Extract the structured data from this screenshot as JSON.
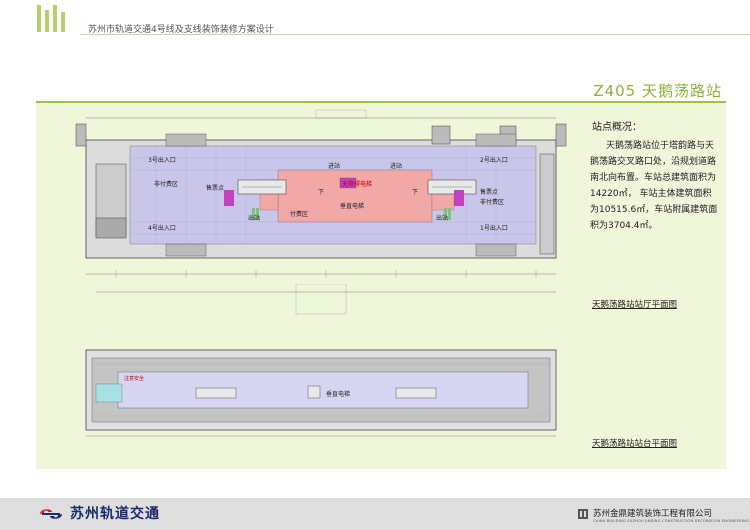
{
  "header": {
    "title": "苏州市轨道交通4号线及支线装饰装修方案设计"
  },
  "station": {
    "title": "Z405 天鹅荡路站"
  },
  "description": {
    "heading": "站点概况：",
    "body": "天鹅荡路站位于塔韵路与天鹅荡路交叉路口处，沿规划道路南北向布置。车站总建筑面积为14220㎡， 车站主体建筑面积为10515.6㎡，车站附属建筑面积为3704.4㎡。"
  },
  "plans": {
    "hall_caption": "天鹅荡路站站厅平面图",
    "platform_caption": "天鹅荡路站站台平面图",
    "hall_labels": {
      "exit3": "3号出入口",
      "exit2": "2号出入口",
      "exit4": "4号出入口",
      "exit1": "1号出入口",
      "unpaid_left": "非付费区",
      "unpaid_right": "非付费区",
      "paid": "付费区",
      "ticket_left": "售票点",
      "ticket_right": "售票点",
      "enter_left": "进站",
      "enter_right": "进站",
      "exit_left": "出站",
      "exit_right": "出站",
      "elevator": "垂直电梯",
      "accessible": "无障碍电梯",
      "down_left": "下",
      "down_right": "下"
    },
    "platform_labels": {
      "elevator": "垂直电梯",
      "warning": "注意安全"
    }
  },
  "footer": {
    "brand": "苏州轨道交通",
    "company": "苏州金鼎建筑装饰工程有限公司",
    "company_en": "CHINA BUILDING SUZHOU JINDING CONSTRUCTION DECORATION ENGINEERING"
  },
  "colors": {
    "accent": "#8db23a",
    "panel": "#f0f6d9",
    "unpaid_zone": "#c9c6ea",
    "paid_zone": "#f3a8a8",
    "brand_blue": "#1a2a6a",
    "brand_red": "#d22a2a"
  }
}
